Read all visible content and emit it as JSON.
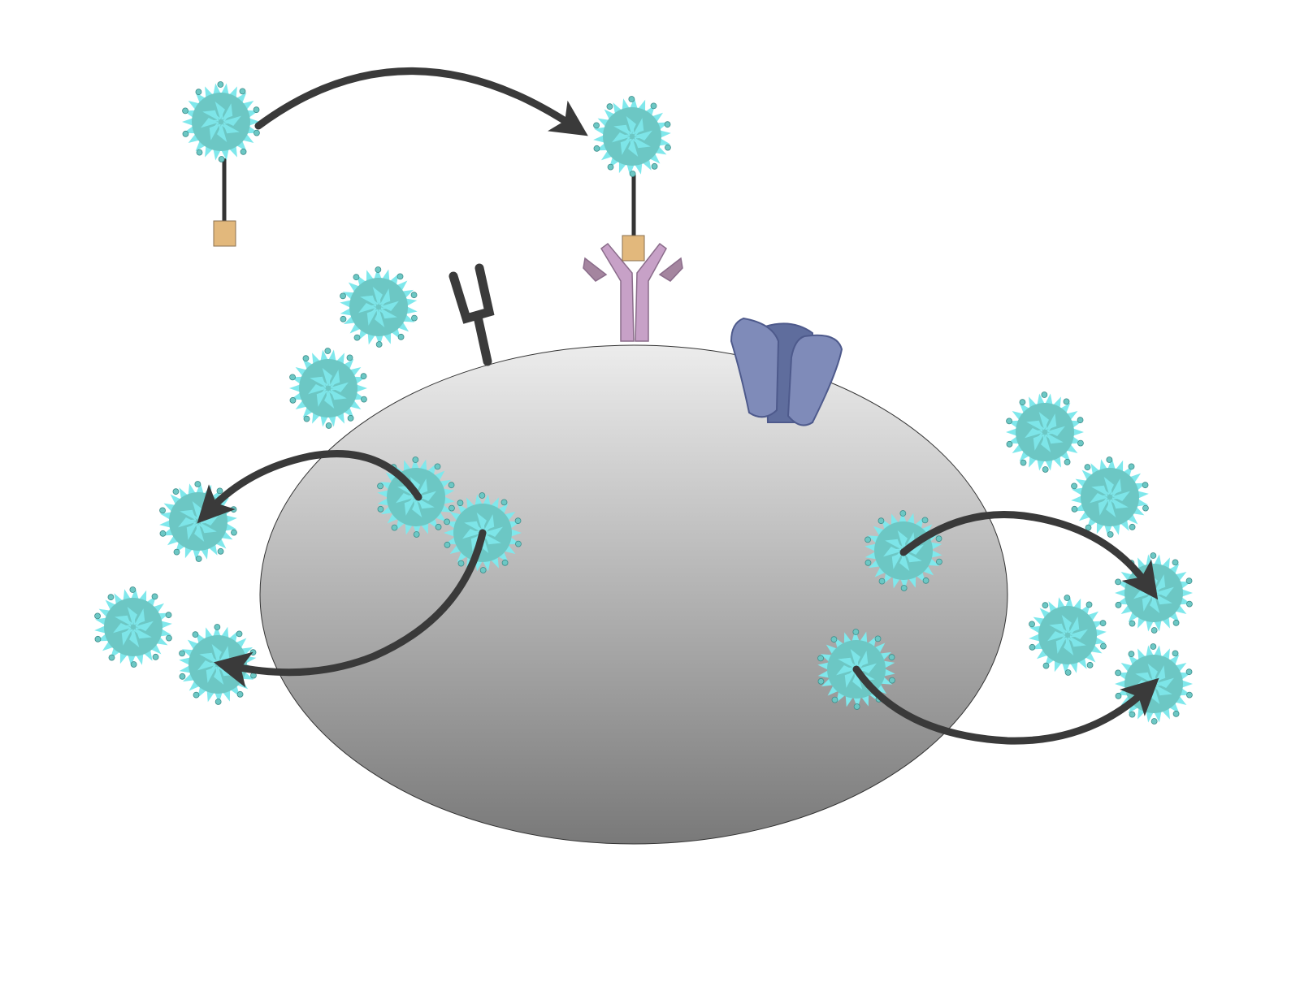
{
  "colors": {
    "background": "#ffffff",
    "cell_top": "#e8e8e8",
    "cell_bottom": "#7c7c7c",
    "virus_body": "#6cc7c4",
    "virus_spike": "#7fe8ec",
    "arrow": "#3a3a3a",
    "tag": "#e2b87c",
    "antibody": "#c7a1c7",
    "antibody_light_chain": "#a4859f",
    "channel": "#7f8bb9",
    "channel_dark": "#5f6d9d",
    "receptor": "#3b3b3b"
  },
  "icons": [
    "virus-particle",
    "tagged-virus",
    "antibody",
    "y-receptor",
    "ion-channel",
    "curved-arrow"
  ]
}
